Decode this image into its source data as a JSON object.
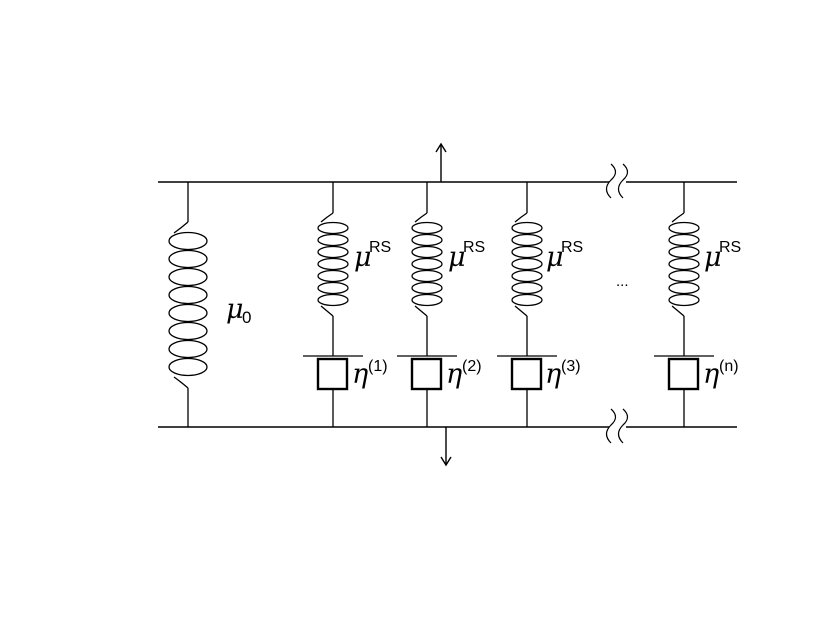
{
  "diagram": {
    "main_spring": {
      "symbol": "μ",
      "subscript": "0"
    },
    "branches": [
      {
        "spring_symbol": "μ",
        "spring_superscript": "RS",
        "damper_symbol": "η",
        "damper_superscript": "(1)"
      },
      {
        "spring_symbol": "μ",
        "spring_superscript": "RS",
        "damper_symbol": "η",
        "damper_superscript": "(2)"
      },
      {
        "spring_symbol": "μ",
        "spring_superscript": "RS",
        "damper_symbol": "η",
        "damper_superscript": "(3)"
      },
      {
        "spring_symbol": "μ",
        "spring_superscript": "RS",
        "damper_symbol": "η",
        "damper_superscript": "(n)"
      }
    ],
    "ellipsis": "..."
  }
}
